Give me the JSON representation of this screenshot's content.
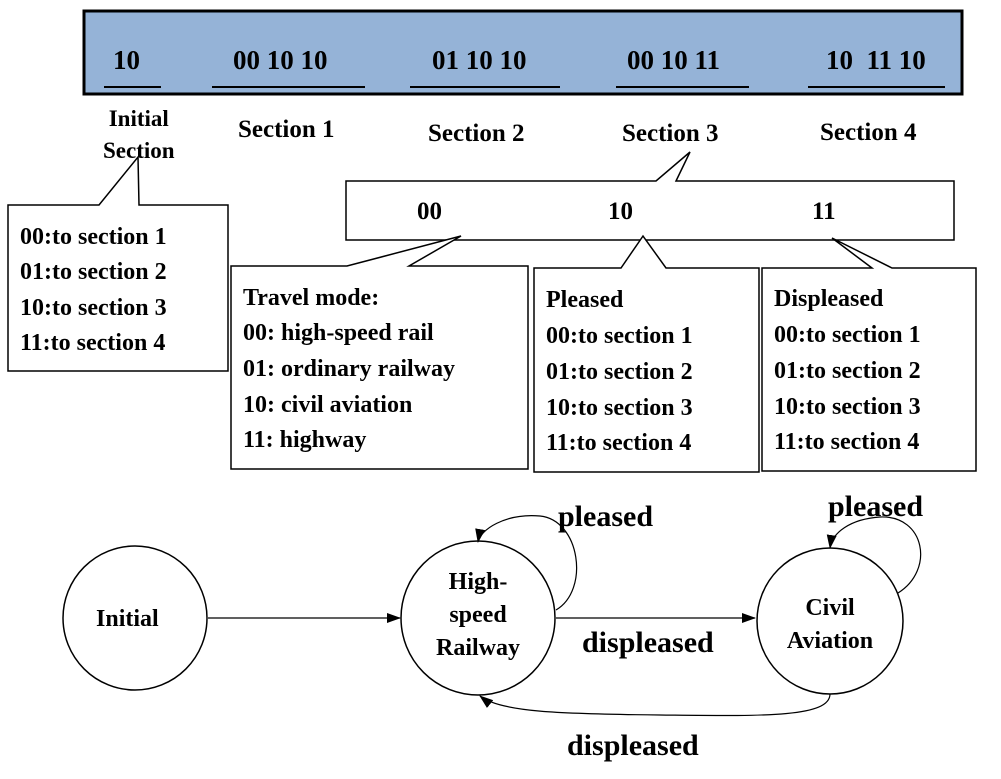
{
  "genome": {
    "fill": "#95B3D7",
    "segments": [
      "10",
      "00 10 10",
      "01 10 10",
      "00 10 11",
      "10  11 10"
    ],
    "labels": [
      "Initial\nSection",
      "Section 1",
      "Section 2",
      "Section 3",
      "Section 4"
    ]
  },
  "initial_box": [
    "00:to section 1",
    "01:to section 2",
    "10:to section 3",
    "11:to section 4"
  ],
  "gene_box": {
    "codes": [
      "00",
      "10",
      "11"
    ]
  },
  "travel_box": {
    "title": "Travel mode:",
    "lines": [
      "00: high-speed rail",
      "01: ordinary railway",
      "10: civil aviation",
      "11: highway"
    ]
  },
  "pleased_box": {
    "title": "Pleased",
    "lines": [
      "00:to section 1",
      "01:to section 2",
      "10:to section 3",
      "11:to section 4"
    ]
  },
  "displeased_box": {
    "title": "Displeased",
    "lines": [
      "00:to section 1",
      "01:to section 2",
      "10:to section 3",
      "11:to section 4"
    ]
  },
  "state_machine": {
    "states": {
      "initial": "Initial",
      "hsr": "High-\nspeed\nRailway",
      "civil": "Civil\nAviation"
    },
    "transitions": {
      "hsr_self": "pleased",
      "civil_self": "pleased",
      "hsr_to_civil": "displeased",
      "civil_to_hsr": "displeased"
    }
  }
}
